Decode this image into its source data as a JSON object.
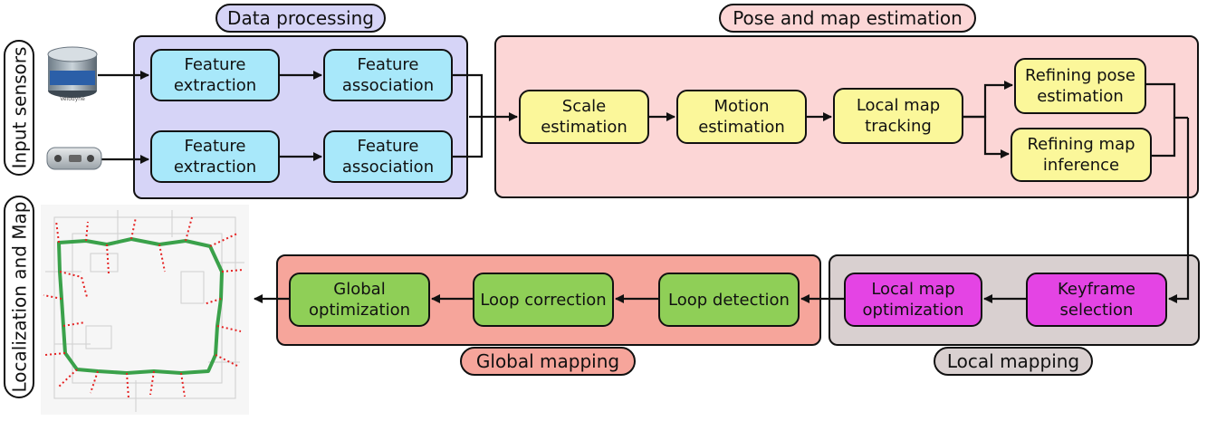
{
  "groups": {
    "data_processing": "Data processing",
    "pose_map": "Pose and map estimation",
    "global_mapping": "Global mapping",
    "local_mapping": "Local mapping"
  },
  "side_labels": {
    "input_sensors": "Input sensors",
    "localization_map": "Localization and Map"
  },
  "sensors": {
    "lidar_brand": "Velodyne"
  },
  "nodes": {
    "feature_extraction_1": "Feature\nextraction",
    "feature_association_1": "Feature\nassociation",
    "feature_extraction_2": "Feature\nextraction",
    "feature_association_2": "Feature\nassociation",
    "scale_estimation": "Scale\nestimation",
    "motion_estimation": "Motion\nestimation",
    "local_map_tracking": "Local map\ntracking",
    "refining_pose": "Refining pose\nestimation",
    "refining_map": "Refining map\ninference",
    "keyframe_selection": "Keyframe\nselection",
    "local_map_optimization": "Local map\noptimization",
    "loop_detection": "Loop detection",
    "loop_correction": "Loop correction",
    "global_optimization": "Global\noptimization"
  },
  "colors": {
    "data_processing_bg": "#d6d4f7",
    "pose_map_bg": "#fcd6d6",
    "global_mapping_bg": "#f6a59b",
    "local_mapping_bg": "#d9d0d0",
    "node_cyan": "#a8e8fa",
    "node_yellow": "#fbf79a",
    "node_magenta": "#e444e4",
    "node_green": "#8fcf57",
    "map_trajectory_green": "#3aa14a",
    "map_points_red": "#e52222"
  }
}
